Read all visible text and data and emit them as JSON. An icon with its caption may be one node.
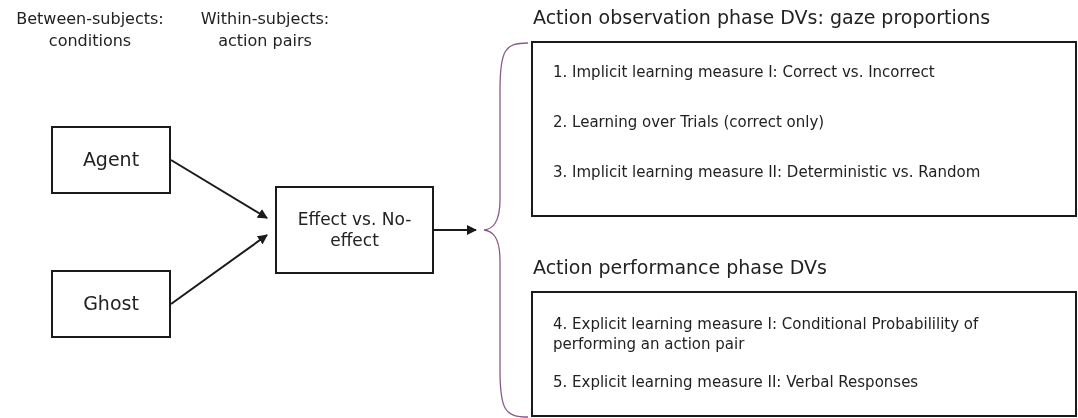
{
  "diagram": {
    "nodes": [
      {
        "text": [
          "Agent"
        ]
      },
      {
        "text": [
          "Ghost"
        ]
      },
      {
        "text": [
          "Effect vs. No-effect"
        ]
      },
      {
        "text": [
          "Action observation phase DVs: gaze proportions",
          "1. Implicit learning measure I: Correct vs. Incorrect",
          "2. Learning over Trials (correct only)",
          "3. Implicit learning measure II: Deterministic vs. Random"
        ]
      },
      {
        "text": [
          "Action performance phase DVs",
          "4. Explicit learning measure I: Conditional Probabilility of performing an action pair",
          "5. Explicit learning measure II: Verbal Responses"
        ]
      },
      {
        "text": [],
        "shape": "brace"
      }
    ],
    "edges": [
      {
        "from": 0,
        "to": 2,
        "arrow": "to"
      },
      {
        "from": 1,
        "to": 2,
        "arrow": "to"
      },
      {
        "from": 2,
        "to": 5,
        "arrow": "to"
      }
    ],
    "labels": [
      "Between-subjects: conditions",
      "Within-subjects: action pairs"
    ]
  }
}
